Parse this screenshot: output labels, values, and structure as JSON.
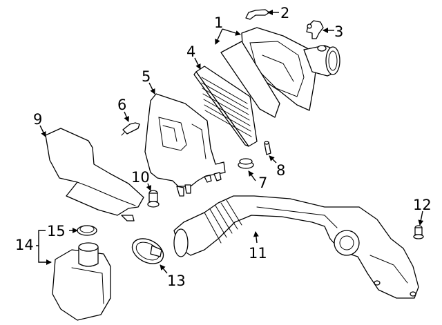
{
  "colors": {
    "line": "#000000",
    "background": "#ffffff"
  },
  "callouts": {
    "c1": "1",
    "c2": "2",
    "c3": "3",
    "c4": "4",
    "c5": "5",
    "c6": "6",
    "c7": "7",
    "c8": "8",
    "c9": "9",
    "c10": "10",
    "c11": "11",
    "c12": "12",
    "c13": "13",
    "c14": "14",
    "c15": "15"
  }
}
